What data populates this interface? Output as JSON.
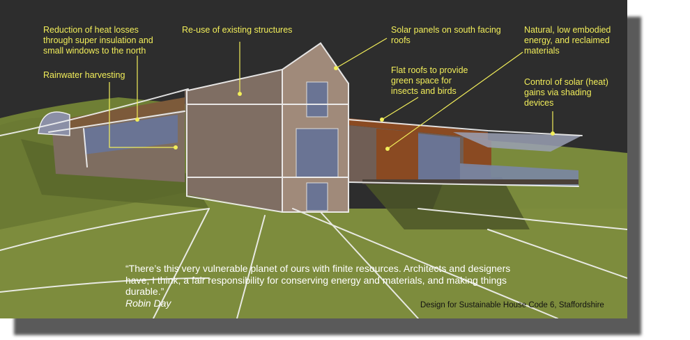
{
  "annotations": {
    "heat_losses": "Reduction of heat losses\nthrough super insulation and\nsmall windows to the north",
    "rainwater": "Rainwater harvesting",
    "reuse": "Re-use of existing structures",
    "solar_panels": "Solar panels on south facing\nroofs",
    "flat_roofs": "Flat roofs to provide\ngreen space for\ninsects and birds",
    "materials": "Natural, low embodied\nenergy, and reclaimed\nmaterials",
    "shading": "Control of solar (heat)\ngains via shading\ndevices"
  },
  "quote": {
    "text": "“There’s this very vulnerable planet of ours with finite resources.  Architects and designers have, I think, a fair responsibility for conserving energy and materials, and making things durable.”",
    "author": "Robin Day"
  },
  "caption": "Design for Sustainable House Code 6, Staffordshire",
  "colors": {
    "background": "#2d2d2d",
    "label": "#f2ee5a",
    "grass": "#7d8c3d",
    "wall": "#8a7a6c",
    "timber": "#8a4a22",
    "glass": "#5e6888"
  }
}
